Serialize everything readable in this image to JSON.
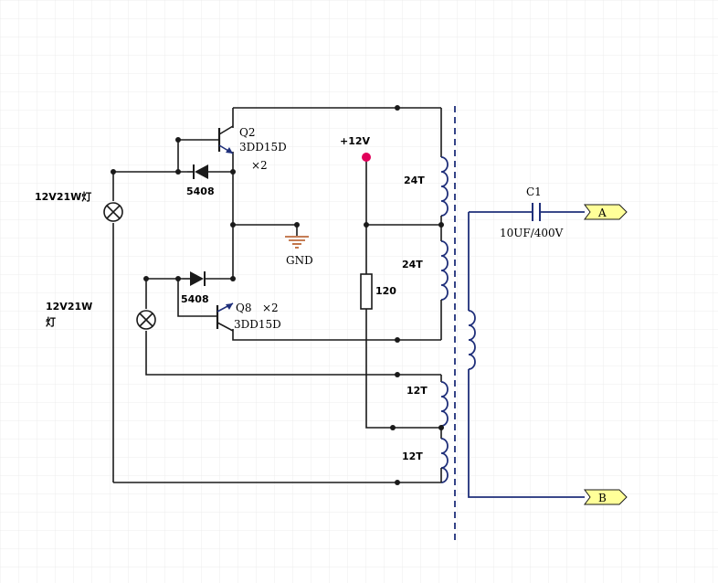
{
  "colors": {
    "background": "#ffffff",
    "grid": "#e8e8e8",
    "wire": "#1a1a1a",
    "coil": "#1f2f7a",
    "supply_dot": "#e0005a",
    "terminal_fill": "#ffff99",
    "core_line": "#1f2f7a"
  },
  "labels": {
    "lamp_top": "12V21W灯",
    "lamp_bottom_line1": "12V21W",
    "lamp_bottom_line2": "灯",
    "q2_name": "Q2",
    "q2_part": "3DD15D",
    "q2_qty": "×2",
    "q8_name": "Q8",
    "q8_qty": "×2",
    "q8_part": "3DD15D",
    "diode_top": "5408",
    "diode_bottom": "5408",
    "gnd": "GND",
    "supply": "+12V",
    "resistor": "120",
    "winding_1": "24T",
    "winding_2": "24T",
    "winding_3": "12T",
    "winding_4": "12T",
    "cap_name": "C1",
    "cap_value": "10UF/400V",
    "terminal_a": "A",
    "terminal_b": "B"
  }
}
